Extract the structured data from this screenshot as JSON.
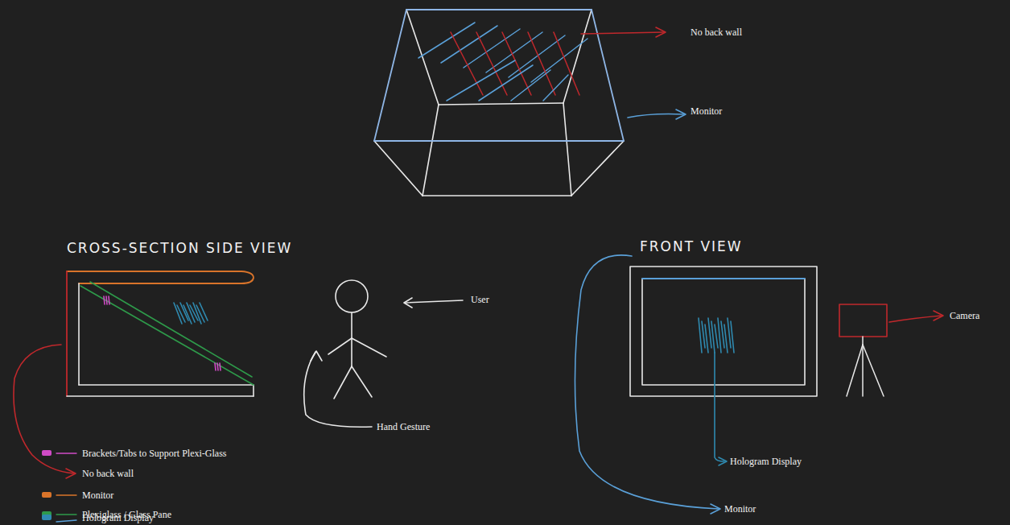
{
  "diagram": {
    "labels": [
      "No back wall",
      "Monitor",
      "CROSS-SECTION SIDE VIEW",
      "User",
      "Hand Gesture",
      "FRONT VIEW",
      "Hologram Display",
      "Monitor",
      "Camera"
    ],
    "legend": [
      {
        "text": "Brackets/Tabs to Support Plexi-Glass",
        "color": "#d04bc6"
      },
      {
        "text": "No back wall"
      },
      {
        "text": "Monitor",
        "color": "#d9742a"
      },
      {
        "text": "Plexiglass / Glass Pane",
        "color": "#2e9a4a"
      },
      {
        "text": "Hologram Display",
        "color": "#2f8ab0"
      }
    ]
  }
}
